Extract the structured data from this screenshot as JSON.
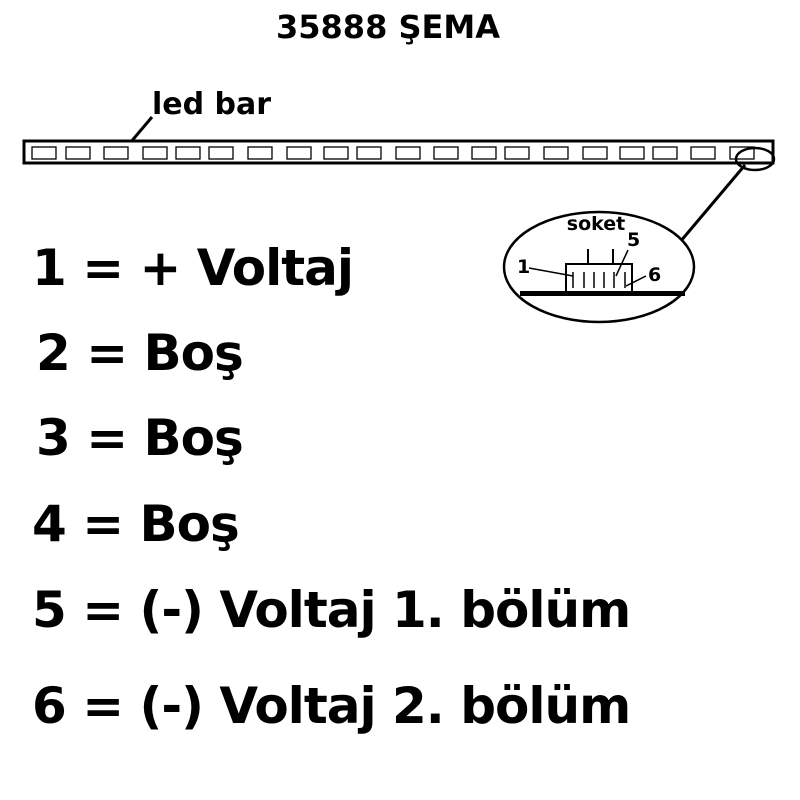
{
  "title": "35888 ŞEMA",
  "led_bar_label": "led bar",
  "led_count": 20,
  "socket": {
    "label": "soket",
    "pin_labels": [
      "1",
      "5",
      "6"
    ]
  },
  "pinout": [
    "1 = + Voltaj",
    "2 =  Boş",
    "3 =  Boş",
    "4 =  Boş",
    "5 = (-) Voltaj 1. bölüm",
    "6 = (-) Voltaj 2. bölüm"
  ]
}
